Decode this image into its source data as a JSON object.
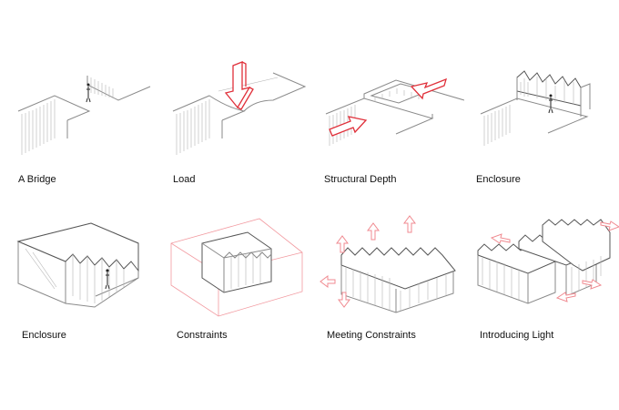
{
  "panels": [
    {
      "id": "a-bridge",
      "caption": "A Bridge"
    },
    {
      "id": "load",
      "caption": "Load"
    },
    {
      "id": "structural-depth",
      "caption": "Structural Depth"
    },
    {
      "id": "enclosure-1",
      "caption": "Enclosure"
    },
    {
      "id": "enclosure-2",
      "caption": "Enclosure"
    },
    {
      "id": "constraints",
      "caption": "Constraints"
    },
    {
      "id": "meeting-constraints",
      "caption": "Meeting Constraints"
    },
    {
      "id": "introducing-light",
      "caption": "Introducing Light"
    }
  ],
  "colors": {
    "accent": "#e0303a",
    "accent_light": "#f29aa0",
    "line": "#8a8a8a"
  }
}
